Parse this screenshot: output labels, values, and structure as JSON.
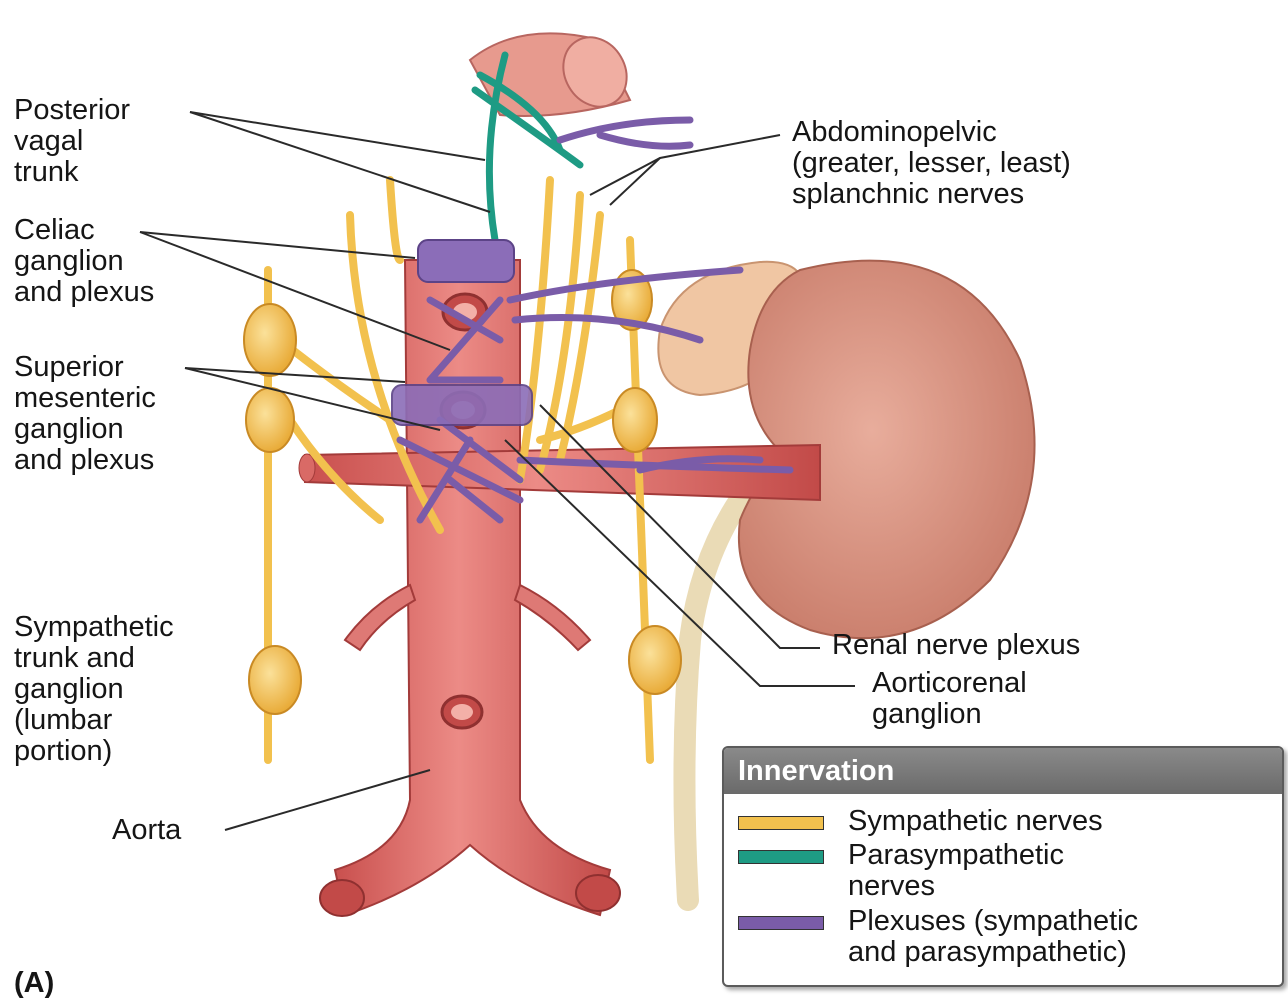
{
  "labels": {
    "posterior_vagal_trunk": [
      "Posterior",
      "vagal",
      "trunk"
    ],
    "celiac": [
      "Celiac",
      "ganglion",
      "and plexus"
    ],
    "superior_mesenteric": [
      "Superior",
      "mesenteric",
      "ganglion",
      "and plexus"
    ],
    "sympathetic_trunk": [
      "Sympathetic",
      "trunk and",
      "ganglion",
      "(lumbar",
      "portion)"
    ],
    "aorta": "Aorta",
    "abdominopelvic": [
      "Abdominopelvic",
      "(greater, lesser, least)",
      "splanchnic nerves"
    ],
    "renal_plexus": "Renal nerve plexus",
    "aorticorenal": [
      "Aorticorenal",
      "ganglion"
    ],
    "panel": "(A)"
  },
  "legend": {
    "title": "Innervation",
    "items": [
      {
        "lines": [
          "Sympathetic nerves"
        ],
        "color": "#f2c14e"
      },
      {
        "lines": [
          "Parasympathetic",
          "nerves"
        ],
        "color": "#1e9b84"
      },
      {
        "lines": [
          "Plexuses (sympathetic",
          "and parasympathetic)"
        ],
        "color": "#7a5ca8"
      }
    ]
  },
  "colors": {
    "aorta": "#e0716d",
    "kidney": "#d99480",
    "sympathetic": "#f2c14e",
    "parasympathetic": "#1e9b84",
    "plexus": "#7a5ca8"
  }
}
